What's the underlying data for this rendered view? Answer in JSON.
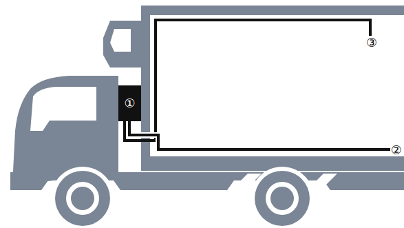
{
  "diagram": {
    "nodes": [
      {
        "text": [
          "①"
        ]
      }
    ],
    "labels": [
      "②",
      "③"
    ]
  }
}
